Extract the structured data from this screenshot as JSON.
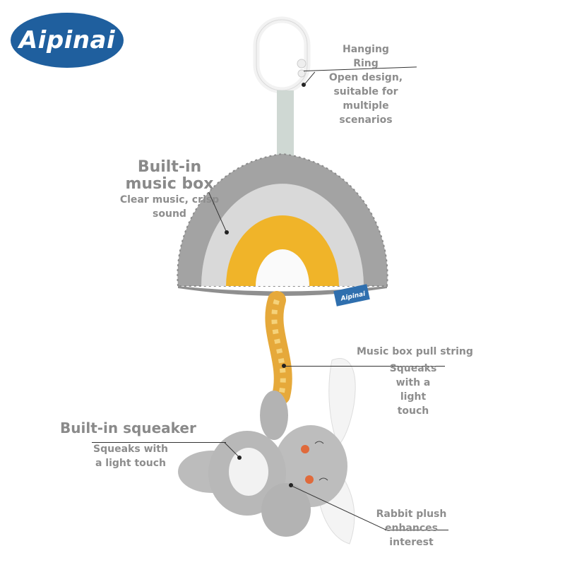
{
  "brand": {
    "logo_text": "Aipinai",
    "tag_text": "Aipinai"
  },
  "callouts": {
    "hanging_ring": {
      "title_1": "Hanging",
      "title_2": "Ring",
      "desc_1": "Open design,",
      "desc_2": "suitable for",
      "desc_3": "multiple",
      "desc_4": "scenarios"
    },
    "music_box": {
      "title_1": "Built-in",
      "title_2": "music box",
      "desc_1": "Clear music, crisp",
      "desc_2": "sound"
    },
    "pull_string": {
      "title": "Music box pull string",
      "desc_1": "Squeaks",
      "desc_2": "with a",
      "desc_3": "light",
      "desc_4": "touch"
    },
    "squeaker": {
      "title": "Built-in squeaker",
      "desc_1": "Squeaks with",
      "desc_2": "a light touch"
    },
    "rabbit": {
      "title_1": "Rabbit plush",
      "desc_1": "enhances",
      "desc_2": "interest"
    }
  },
  "colors": {
    "logo_bg": "#1f5f9e",
    "rainbow_outer": "#9b9b9b",
    "rainbow_mid": "#d8d8d8",
    "rainbow_inner": "#f0b429",
    "text": "#8d8d8d"
  }
}
